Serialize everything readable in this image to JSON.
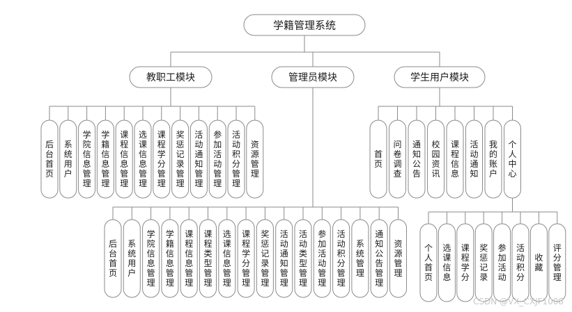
{
  "root": "学籍管理系统",
  "modules": [
    {
      "label": "教职工模块",
      "children": [
        "后台首页",
        "系统用户",
        "学院信息管理",
        "学籍信息管理",
        "课程信息管理",
        "选课信息管理",
        "课程学分管理",
        "奖惩记录管理",
        "活动通知管理",
        "参加活动管理",
        "活动积分管理",
        "资源管理"
      ]
    },
    {
      "label": "管理员模块",
      "children": [
        "后台首页",
        "系统用户",
        "学院信息管理",
        "学籍信息管理",
        "课程信息管理",
        "课程类型管理",
        "选课信息管理",
        "课程学分管理",
        "奖惩记录管理",
        "活动通知管理",
        "活动类型管理",
        "参加活动管理",
        "活动积分管理",
        "系统管理",
        "通知公告管理",
        "资源管理"
      ]
    },
    {
      "label": "学生用户模块",
      "children": [
        "首页",
        "问卷调查",
        "通知公告",
        "校园资讯",
        "课程信息",
        "活动通知",
        "我的账户",
        "个人中心"
      ]
    }
  ],
  "personal_center": {
    "label": "个人中心",
    "children": [
      "个人首页",
      "选课信息",
      "课程学分",
      "奖惩记录",
      "参加活动",
      "活动积分",
      "收藏",
      "评分管理"
    ]
  },
  "watermark": "CSDN @VX_CXJF1008"
}
